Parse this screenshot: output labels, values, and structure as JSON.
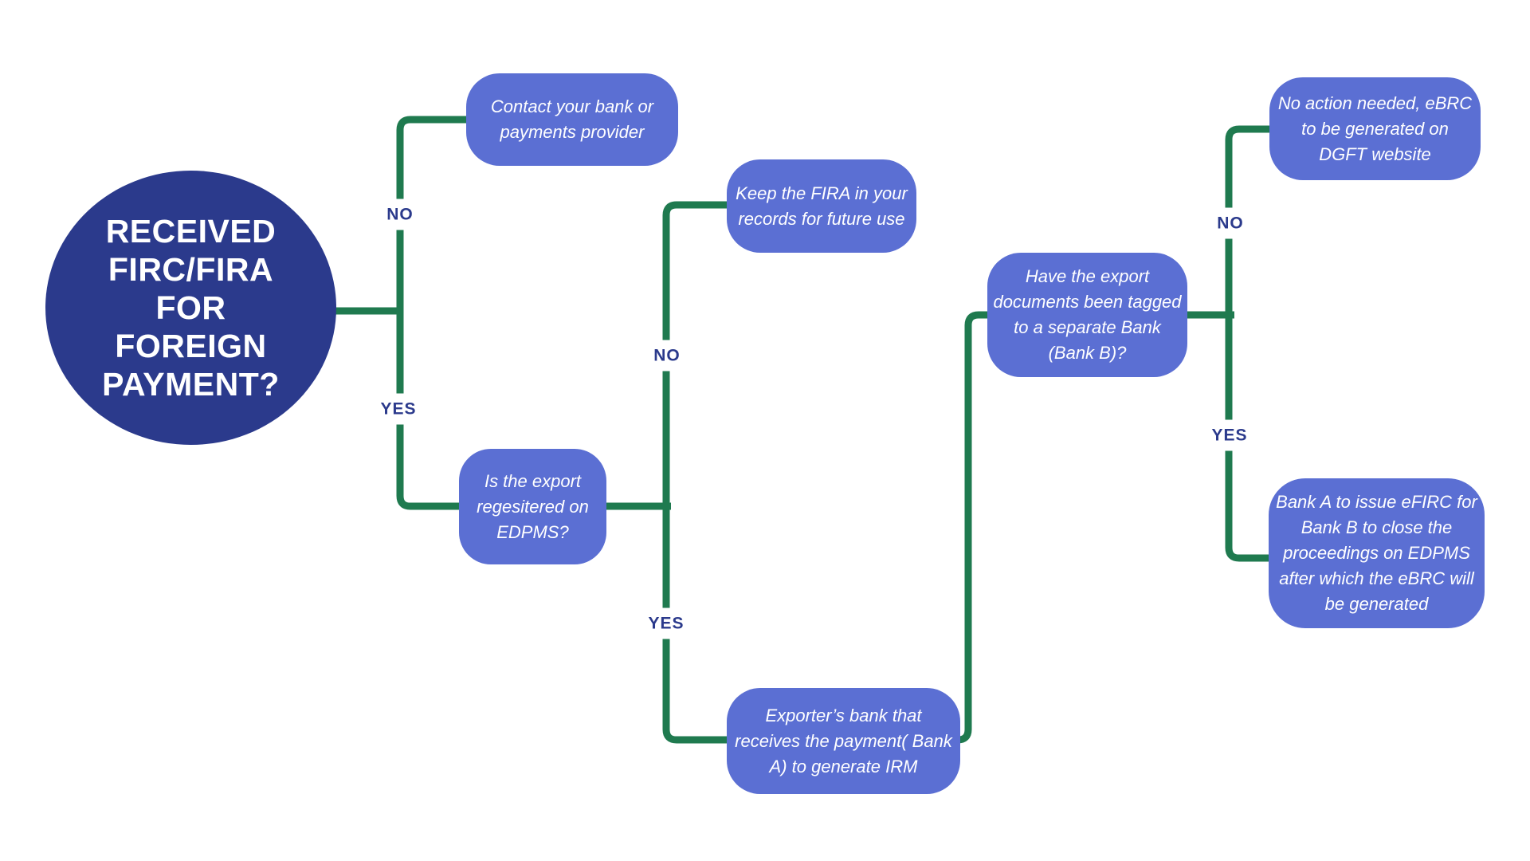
{
  "colors": {
    "node_fill": "#5b6fd3",
    "root_fill": "#2b3a8c",
    "line_color": "#1f7a4f",
    "label_color": "#2b3a8c",
    "background": "#ffffff"
  },
  "root": {
    "text": "RECEIVED\nFIRC/FIRA\nFOR\nFOREIGN\nPAYMENT?"
  },
  "nodes": {
    "contact_bank": {
      "text": "Contact your bank or\npayments provider"
    },
    "keep_fira": {
      "text": "Keep the FIRA in your\nrecords for future use"
    },
    "export_registered": {
      "text": "Is the export\nregesitered on\nEDPMS?"
    },
    "exporter_bank_irm": {
      "text": "Exporter’s bank that\nreceives the payment( Bank\nA) to generate IRM"
    },
    "docs_tagged": {
      "text": "Have the export\ndocuments been tagged\nto a separate Bank\n(Bank B)?"
    },
    "no_action": {
      "text": "No action needed, eBRC\nto be generated on\nDGFT website"
    },
    "bank_a_efirc": {
      "text": "Bank A to issue eFIRC for\nBank B to close the\nproceedings on EDPMS\nafter which the eBRC will\nbe generated"
    }
  },
  "edge_labels": {
    "root_no": "NO",
    "root_yes": "YES",
    "registered_no": "NO",
    "registered_yes": "YES",
    "tagged_no": "NO",
    "tagged_yes": "YES"
  }
}
